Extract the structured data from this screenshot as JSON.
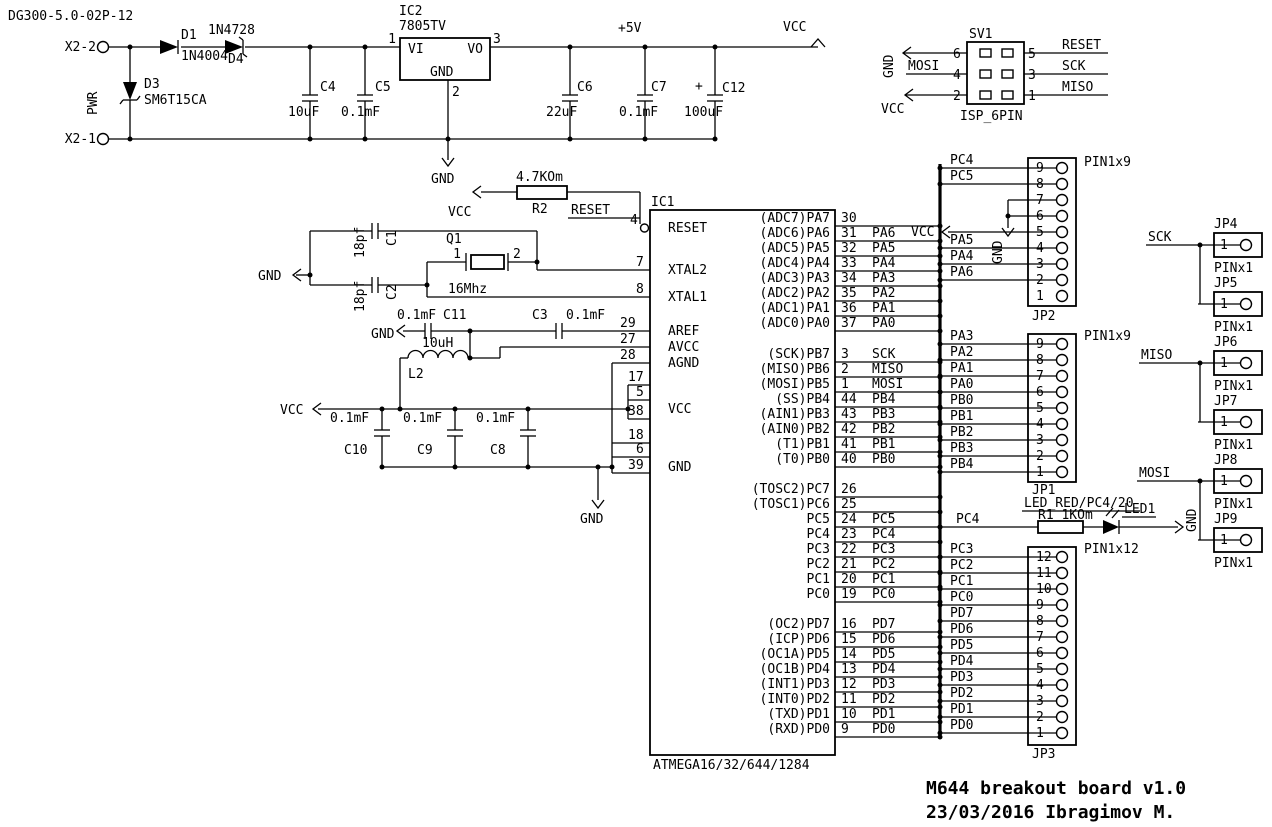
{
  "title": "DG300-5.0-02P-12",
  "footer": {
    "line1": "M644 breakout board v1.0",
    "line2": "23/03/2016 Ibragimov M."
  },
  "power": {
    "x2_2": "X2-2",
    "x2_1": "X2-1",
    "pwr": "PWR",
    "d1_ref": "D1",
    "d1_val": "1N4004",
    "d4_ref": "D4",
    "d4_val": "1N4728",
    "d3_ref": "D3",
    "d3_val": "SM6T15CA",
    "ic2_ref": "IC2",
    "ic2_val": "7805TV",
    "vi": "VI",
    "vo": "VO",
    "gnd_pin": "GND",
    "p1": "1",
    "p2": "2",
    "p3": "3",
    "c4_ref": "C4",
    "c4_val": "10uF",
    "c5_ref": "C5",
    "c5_val": "0.1mF",
    "c6_ref": "C6",
    "c6_val": "22uF",
    "c7_ref": "C7",
    "c7_val": "0.1mF",
    "c12_ref": "C12",
    "c12_val": "100uF",
    "c12_plus": "+",
    "plus5v": "+5V",
    "vcc": "VCC",
    "gnd": "GND"
  },
  "sv1": {
    "ref": "SV1",
    "name": "ISP_6PIN",
    "p6": "6",
    "p4": "4",
    "p2": "2",
    "p5": "5",
    "p3": "3",
    "p1": "1",
    "gnd": "GND",
    "mosi": "MOSI",
    "vcc": "VCC",
    "reset": "RESET",
    "sck": "SCK",
    "miso": "MISO"
  },
  "reset_net": {
    "r_val": "4.7KOm",
    "r_ref": "R2",
    "net": "RESET",
    "vcc": "VCC"
  },
  "xtal": {
    "q_ref": "Q1",
    "q_val": "16Mhz",
    "p1": "1",
    "p2": "2",
    "c1_ref": "C1",
    "c1_val": "18pf",
    "c2_ref": "C2",
    "c2_val": "18pf",
    "gnd": "GND"
  },
  "analog": {
    "c11_val": "0.1mF",
    "c11_ref": "C11",
    "c3_ref": "C3",
    "c3_val": "0.1mF",
    "l2_val": "10uH",
    "l2_ref": "L2",
    "gnd": "GND"
  },
  "decoupling": {
    "c10_val": "0.1mF",
    "c10_ref": "C10",
    "c9_val": "0.1mF",
    "c9_ref": "C9",
    "c8_val": "0.1mF",
    "c8_ref": "C8",
    "vcc": "VCC",
    "gnd": "GND"
  },
  "ic1": {
    "ref": "IC1",
    "part": "ATMEGA16/32/644/1284",
    "left": {
      "reset": "RESET",
      "xtal2": "XTAL2",
      "xtal1": "XTAL1",
      "aref": "AREF",
      "avcc": "AVCC",
      "agnd": "AGND",
      "vcc": "VCC",
      "gnd": "GND",
      "n_reset": "4",
      "n_xtal2": "7",
      "n_xtal1": "8",
      "n_aref": "29",
      "n_avcc": "27",
      "n_agnd": "28",
      "n_vcc1": "17",
      "n_vcc2": "5",
      "n_vcc3": "38",
      "n_gnd1": "18",
      "n_gnd2": "6",
      "n_gnd3": "39"
    },
    "port_a": [
      {
        "name": "(ADC7)PA7",
        "num": "30",
        "net": ""
      },
      {
        "name": "(ADC6)PA6",
        "num": "31",
        "net": "PA6"
      },
      {
        "name": "(ADC5)PA5",
        "num": "32",
        "net": "PA5"
      },
      {
        "name": "(ADC4)PA4",
        "num": "33",
        "net": "PA4"
      },
      {
        "name": "(ADC3)PA3",
        "num": "34",
        "net": "PA3"
      },
      {
        "name": "(ADC2)PA2",
        "num": "35",
        "net": "PA2"
      },
      {
        "name": "(ADC1)PA1",
        "num": "36",
        "net": "PA1"
      },
      {
        "name": "(ADC0)PA0",
        "num": "37",
        "net": "PA0"
      }
    ],
    "port_b": [
      {
        "name": "(SCK)PB7",
        "num": "3",
        "net": "SCK"
      },
      {
        "name": "(MISO)PB6",
        "num": "2",
        "net": "MISO"
      },
      {
        "name": "(MOSI)PB5",
        "num": "1",
        "net": "MOSI"
      },
      {
        "name": "(SS)PB4",
        "num": "44",
        "net": "PB4"
      },
      {
        "name": "(AIN1)PB3",
        "num": "43",
        "net": "PB3"
      },
      {
        "name": "(AIN0)PB2",
        "num": "42",
        "net": "PB2"
      },
      {
        "name": "(T1)PB1",
        "num": "41",
        "net": "PB1"
      },
      {
        "name": "(T0)PB0",
        "num": "40",
        "net": "PB0"
      }
    ],
    "port_c": [
      {
        "name": "(TOSC2)PC7",
        "num": "26",
        "net": ""
      },
      {
        "name": "(TOSC1)PC6",
        "num": "25",
        "net": ""
      },
      {
        "name": "PC5",
        "num": "24",
        "net": "PC5"
      },
      {
        "name": "PC4",
        "num": "23",
        "net": "PC4"
      },
      {
        "name": "PC3",
        "num": "22",
        "net": "PC3"
      },
      {
        "name": "PC2",
        "num": "21",
        "net": "PC2"
      },
      {
        "name": "PC1",
        "num": "20",
        "net": "PC1"
      },
      {
        "name": "PC0",
        "num": "19",
        "net": "PC0"
      }
    ],
    "port_d": [
      {
        "name": "(OC2)PD7",
        "num": "16",
        "net": "PD7"
      },
      {
        "name": "(ICP)PD6",
        "num": "15",
        "net": "PD6"
      },
      {
        "name": "(OC1A)PD5",
        "num": "14",
        "net": "PD5"
      },
      {
        "name": "(OC1B)PD4",
        "num": "13",
        "net": "PD4"
      },
      {
        "name": "(INT1)PD3",
        "num": "12",
        "net": "PD3"
      },
      {
        "name": "(INT0)PD2",
        "num": "11",
        "net": "PD2"
      },
      {
        "name": "(TXD)PD1",
        "num": "10",
        "net": "PD1"
      },
      {
        "name": "(RXD)PD0",
        "num": "9",
        "net": "PD0"
      }
    ]
  },
  "jp2": {
    "ref": "JP2",
    "type": "PIN1x9",
    "pins": [
      {
        "num": "9"
      },
      {
        "num": "8"
      },
      {
        "num": "7"
      },
      {
        "num": "6"
      },
      {
        "num": "5"
      },
      {
        "num": "4"
      },
      {
        "num": "3"
      },
      {
        "num": "2"
      },
      {
        "num": "1"
      }
    ],
    "nets": {
      "pc4": "PC4",
      "pc5": "PC5",
      "gnd": "GND",
      "vcc": "VCC",
      "pa5": "PA5",
      "pa4": "PA4",
      "pa6": "PA6"
    }
  },
  "jp1": {
    "ref": "JP1",
    "type": "PIN1x9",
    "rows": [
      {
        "num": "9",
        "net": "PA3"
      },
      {
        "num": "8",
        "net": "PA2"
      },
      {
        "num": "7",
        "net": "PA1"
      },
      {
        "num": "6",
        "net": "PA0"
      },
      {
        "num": "5",
        "net": "PB0"
      },
      {
        "num": "4",
        "net": "PB1"
      },
      {
        "num": "3",
        "net": "PB2"
      },
      {
        "num": "2",
        "net": "PB3"
      },
      {
        "num": "1",
        "net": "PB4"
      }
    ]
  },
  "jp3": {
    "ref": "JP3",
    "type": "PIN1x12",
    "rows": [
      {
        "num": "12",
        "net": "PC3"
      },
      {
        "num": "11",
        "net": "PC2"
      },
      {
        "num": "10",
        "net": "PC1"
      },
      {
        "num": "9",
        "net": "PC0"
      },
      {
        "num": "8",
        "net": "PD7"
      },
      {
        "num": "7",
        "net": "PD6"
      },
      {
        "num": "6",
        "net": "PD5"
      },
      {
        "num": "5",
        "net": "PD4"
      },
      {
        "num": "4",
        "net": "PD3"
      },
      {
        "num": "3",
        "net": "PD2"
      },
      {
        "num": "2",
        "net": "PD1"
      },
      {
        "num": "1",
        "net": "PD0"
      }
    ]
  },
  "led": {
    "label": "LED_RED/PC4/20",
    "r1": "R1 1KOm",
    "led1": "LED1",
    "net": "PC4",
    "gnd": "GND"
  },
  "right_jacks": {
    "sck": "SCK",
    "miso": "MISO",
    "mosi": "MOSI",
    "items": [
      {
        "name": "JP4",
        "pin": "1",
        "type": "PINx1"
      },
      {
        "name": "JP5",
        "pin": "1",
        "type": "PINx1"
      },
      {
        "name": "JP6",
        "pin": "1",
        "type": "PINx1"
      },
      {
        "name": "JP7",
        "pin": "1",
        "type": "PINx1"
      },
      {
        "name": "JP8",
        "pin": "1",
        "type": "PINx1"
      },
      {
        "name": "JP9",
        "pin": "1",
        "type": "PINx1"
      }
    ]
  }
}
